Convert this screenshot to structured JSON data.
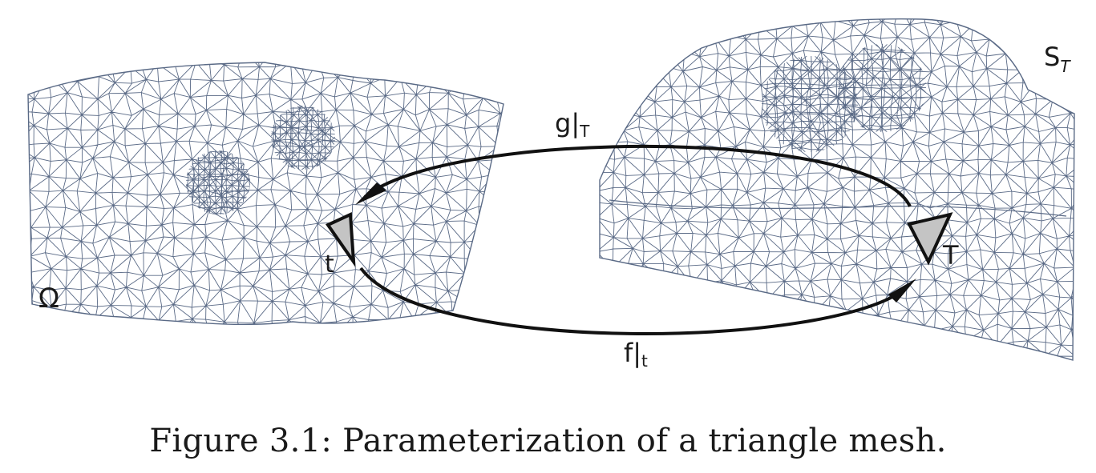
{
  "labels": {
    "omega": "Ω",
    "surface": "S",
    "surface_sub": "T",
    "g_map": "g|",
    "g_map_sub": "T",
    "f_map": "f|",
    "f_map_sub": "t",
    "small_triangle": "t",
    "big_triangle": "T"
  },
  "caption": "Figure 3.1: Parameterization of a triangle mesh.",
  "colors": {
    "mesh_line": "#5a6a86",
    "triangle_fill": "#c4c4c4",
    "arrow": "#111111",
    "text": "#1a1a1a"
  }
}
